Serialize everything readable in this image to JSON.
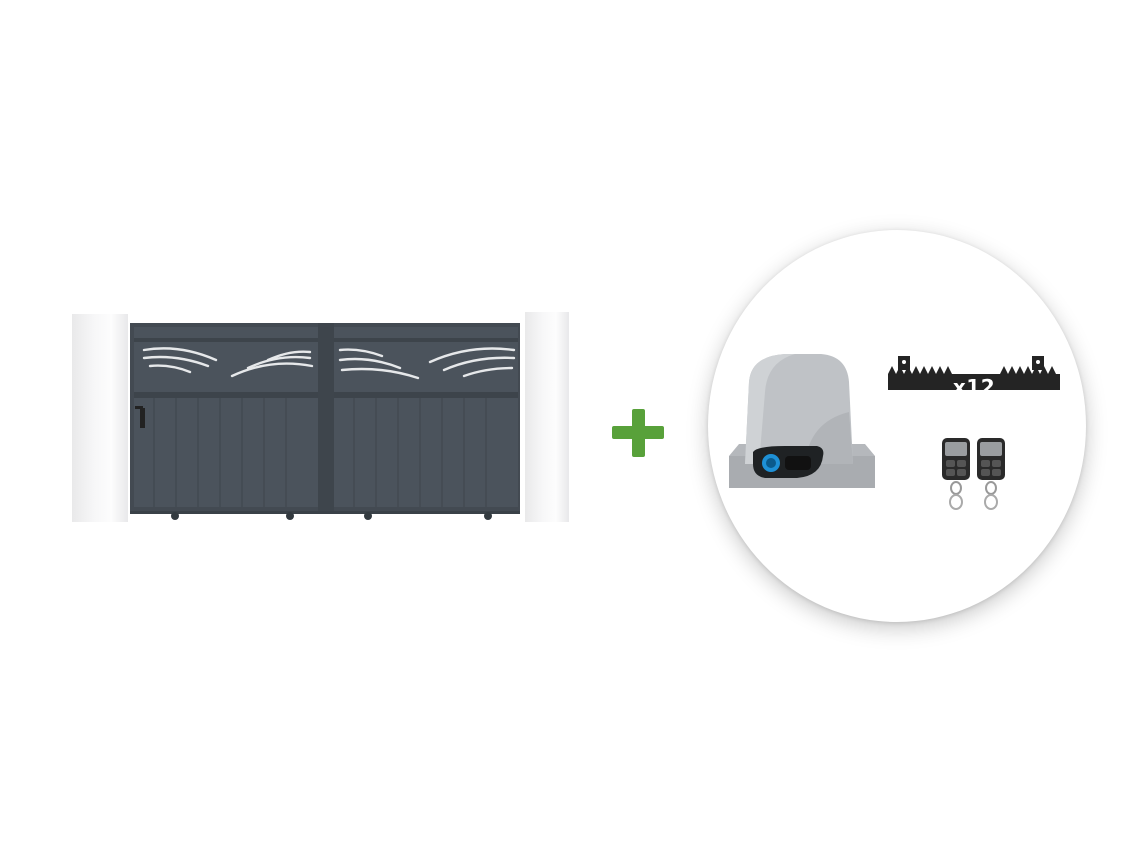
{
  "colors": {
    "accent": "#58a13a",
    "gate_panel": "#4b535c",
    "gate_dark": "#3a4148",
    "pillar": "#f4f4f5",
    "motor_body": "#b8bbbf",
    "rack": "#222222",
    "remote_body": "#2a2a2a"
  },
  "kit": {
    "plus_icon": "plus-icon",
    "badge_label": "x12"
  },
  "items": [
    {
      "name": "gate",
      "icon": "swing-gate-image"
    },
    {
      "name": "motor",
      "icon": "gate-motor-image"
    },
    {
      "name": "rack",
      "icon": "gear-rack-image"
    },
    {
      "name": "remote-1",
      "icon": "remote-control-image"
    },
    {
      "name": "remote-2",
      "icon": "remote-control-image"
    }
  ]
}
